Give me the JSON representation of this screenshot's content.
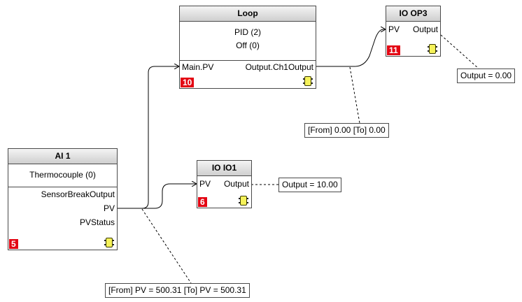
{
  "blocks": {
    "loop": {
      "title": "Loop",
      "params": [
        "PID (2)",
        "Off (0)"
      ],
      "input": "Main.PV",
      "output": "Output.Ch1Output",
      "order": "10"
    },
    "io_op3": {
      "title": "IO OP3",
      "input": "PV",
      "output": "Output",
      "order": "11"
    },
    "ai1": {
      "title": "AI 1",
      "params": [
        "Thermocouple (0)"
      ],
      "outputs": [
        "SensorBreakOutput",
        "PV",
        "PVStatus"
      ],
      "order": "5"
    },
    "io_io1": {
      "title": "IO IO1",
      "input": "PV",
      "output": "Output",
      "order": "6"
    }
  },
  "annotations": {
    "op3_output": "Output = 0.00",
    "io1_output": "Output = 10.00",
    "loop_wire": "[From]  0.00   [To]  0.00",
    "ai_wire": "[From]  PV = 500.31   [To]  PV = 500.31"
  },
  "colors": {
    "order_badge": "#e30613",
    "chip": "#f5f25a",
    "title_bar": "#d9d9d9"
  }
}
